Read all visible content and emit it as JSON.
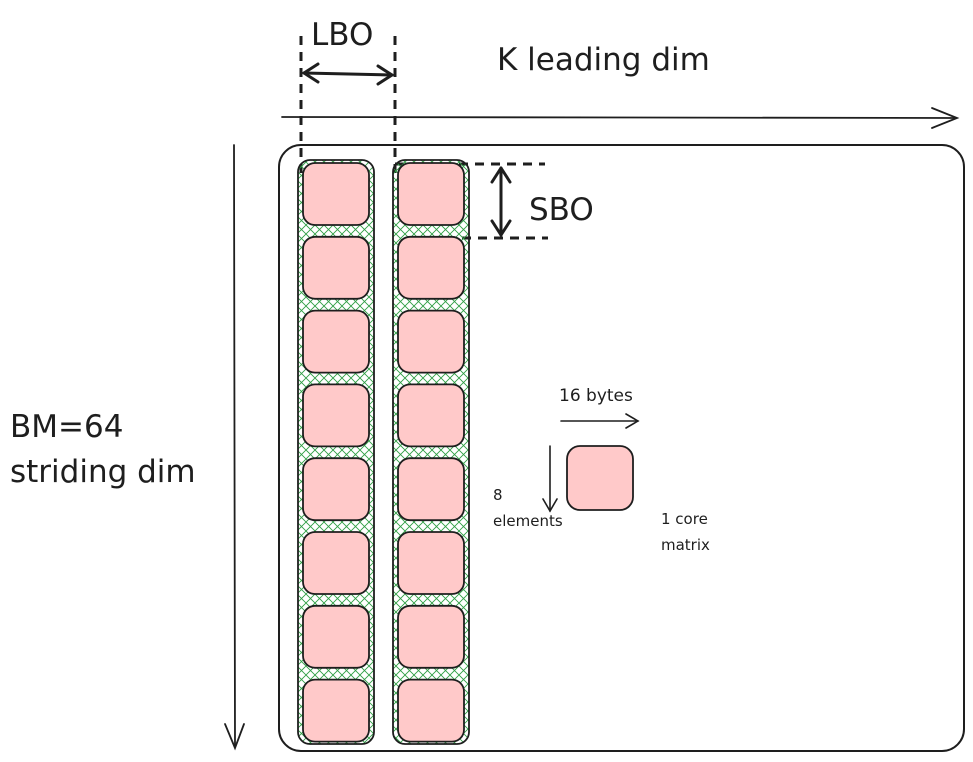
{
  "labels": {
    "lbo": "LBO",
    "k_leading": "K leading dim",
    "sbo": "SBO",
    "bm_line1": "BM=64",
    "bm_line2": "striding dim",
    "bytes": "16 bytes",
    "elements_line1": "8",
    "elements_line2": "elements",
    "core_line1": "1 core",
    "core_line2": "matrix"
  },
  "colors": {
    "stroke": "#1e1e1e",
    "core_fill": "#ffc9c9",
    "hatch": "#2f9e44"
  },
  "columns": 2,
  "core_matrices_per_column": 8
}
